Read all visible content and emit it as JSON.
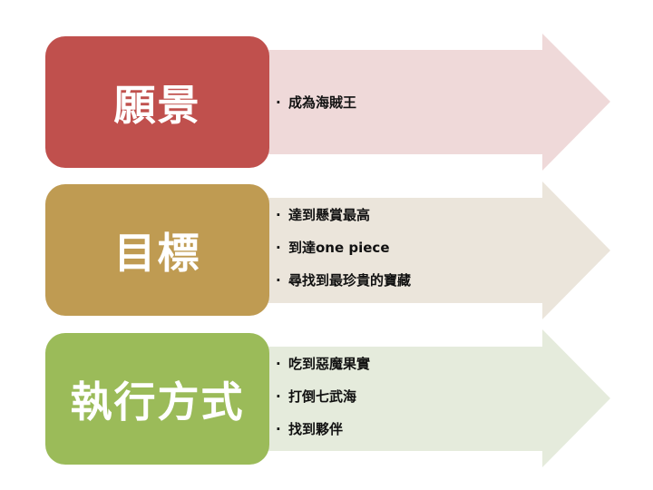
{
  "rows": [
    {
      "title": "願景",
      "color": "#c0504d",
      "arrow_color": "#efd9d9",
      "items": [
        "成為海賊王"
      ]
    },
    {
      "title": "目標",
      "color": "#bf9b52",
      "arrow_color": "#ebe5db",
      "items": [
        "達到懸賞最高",
        "到達one piece",
        "尋找到最珍貴的寶藏"
      ]
    },
    {
      "title": "執行方式",
      "color": "#9bbb59",
      "arrow_color": "#e5ebdc",
      "items": [
        "吃到惡魔果實",
        "打倒七武海",
        "找到夥伴"
      ]
    }
  ]
}
